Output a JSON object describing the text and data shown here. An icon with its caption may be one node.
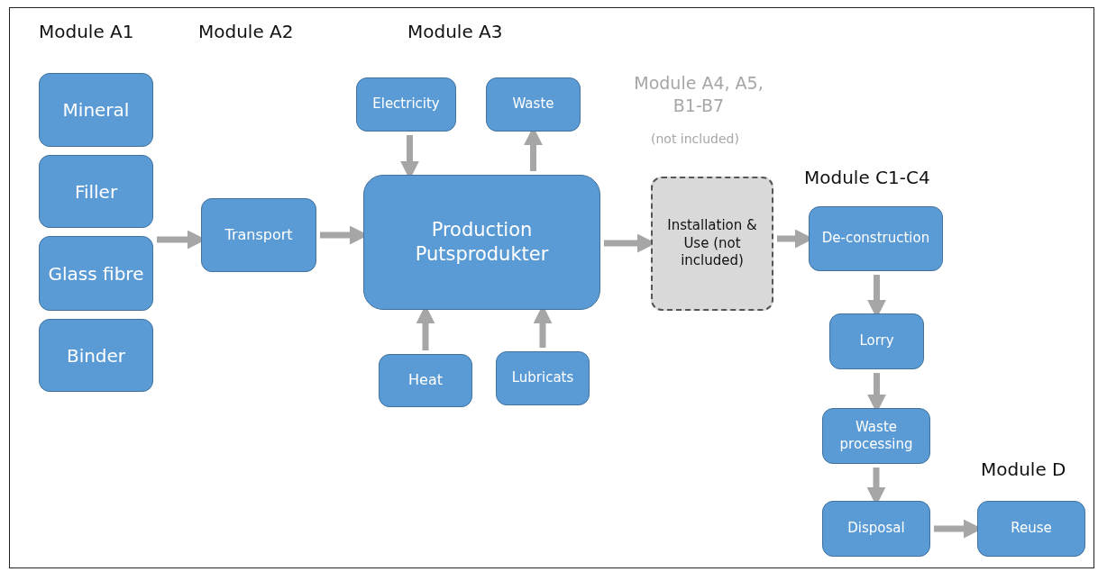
{
  "diagram": {
    "nodes": [
      {
        "text": [
          "Mineral"
        ]
      },
      {
        "text": [
          "Filler"
        ]
      },
      {
        "text": [
          "Glass fibre"
        ]
      },
      {
        "text": [
          "Binder"
        ]
      },
      {
        "text": [
          "Transport"
        ]
      },
      {
        "text": [
          "Electricity"
        ]
      },
      {
        "text": [
          "Waste"
        ]
      },
      {
        "text": [
          "Production",
          "Putsprodukter"
        ]
      },
      {
        "text": [
          "Heat"
        ]
      },
      {
        "text": [
          "Lubricats"
        ]
      },
      {
        "text": [
          "Installation & Use (not included)"
        ]
      },
      {
        "text": [
          "De-construction"
        ]
      },
      {
        "text": [
          "Lorry"
        ]
      },
      {
        "text": [
          "Waste processing"
        ]
      },
      {
        "text": [
          "Disposal"
        ]
      },
      {
        "text": [
          "Reuse"
        ]
      }
    ],
    "edges": [
      {
        "from": 2,
        "to": 4,
        "arrow": "to"
      },
      {
        "from": 4,
        "to": 7,
        "arrow": "to"
      },
      {
        "from": 5,
        "to": 7,
        "arrow": "to"
      },
      {
        "from": 7,
        "to": 6,
        "arrow": "to"
      },
      {
        "from": 8,
        "to": 7,
        "arrow": "to"
      },
      {
        "from": 9,
        "to": 7,
        "arrow": "to"
      },
      {
        "from": 7,
        "to": 10,
        "arrow": "to"
      },
      {
        "from": 10,
        "to": 11,
        "arrow": "to"
      },
      {
        "from": 11,
        "to": 12,
        "arrow": "to"
      },
      {
        "from": 12,
        "to": 13,
        "arrow": "to"
      },
      {
        "from": 13,
        "to": 14,
        "arrow": "to"
      },
      {
        "from": 14,
        "to": 15,
        "arrow": "to"
      }
    ],
    "labels": [
      "Module A1",
      "Module A2",
      "Module A3",
      "Module A4, A5, B1-B7",
      "(not included)",
      "Module C1-C4",
      "Module D"
    ]
  }
}
